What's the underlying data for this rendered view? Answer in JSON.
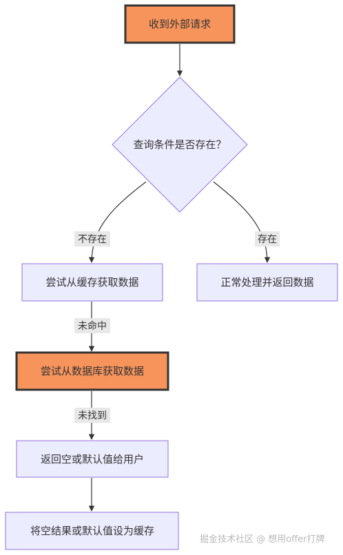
{
  "colors": {
    "background": "#ffffff",
    "node_fill": "#ECECFF",
    "node_border": "#9370DB",
    "highlight_fill": "#F7945C",
    "highlight_border": "#333333",
    "edge": "#333333",
    "edge_label_bg": "#E8E8E8",
    "text": "#333333"
  },
  "nodes": {
    "start": "收到外部请求",
    "decision": "查询条件是否存在？",
    "cache": "尝试从缓存获取数据",
    "normal": "正常处理并返回数据",
    "database": "尝试从数据库获取数据",
    "return_empty": "返回空或默认值给用户",
    "set_cache": "将空结果或默认值设为缓存"
  },
  "edges": {
    "not_exist": "不存在",
    "exist": "存在",
    "miss": "未命中",
    "not_found": "未找到"
  },
  "watermark": "掘金技术社区 @ 想用offer打牌"
}
